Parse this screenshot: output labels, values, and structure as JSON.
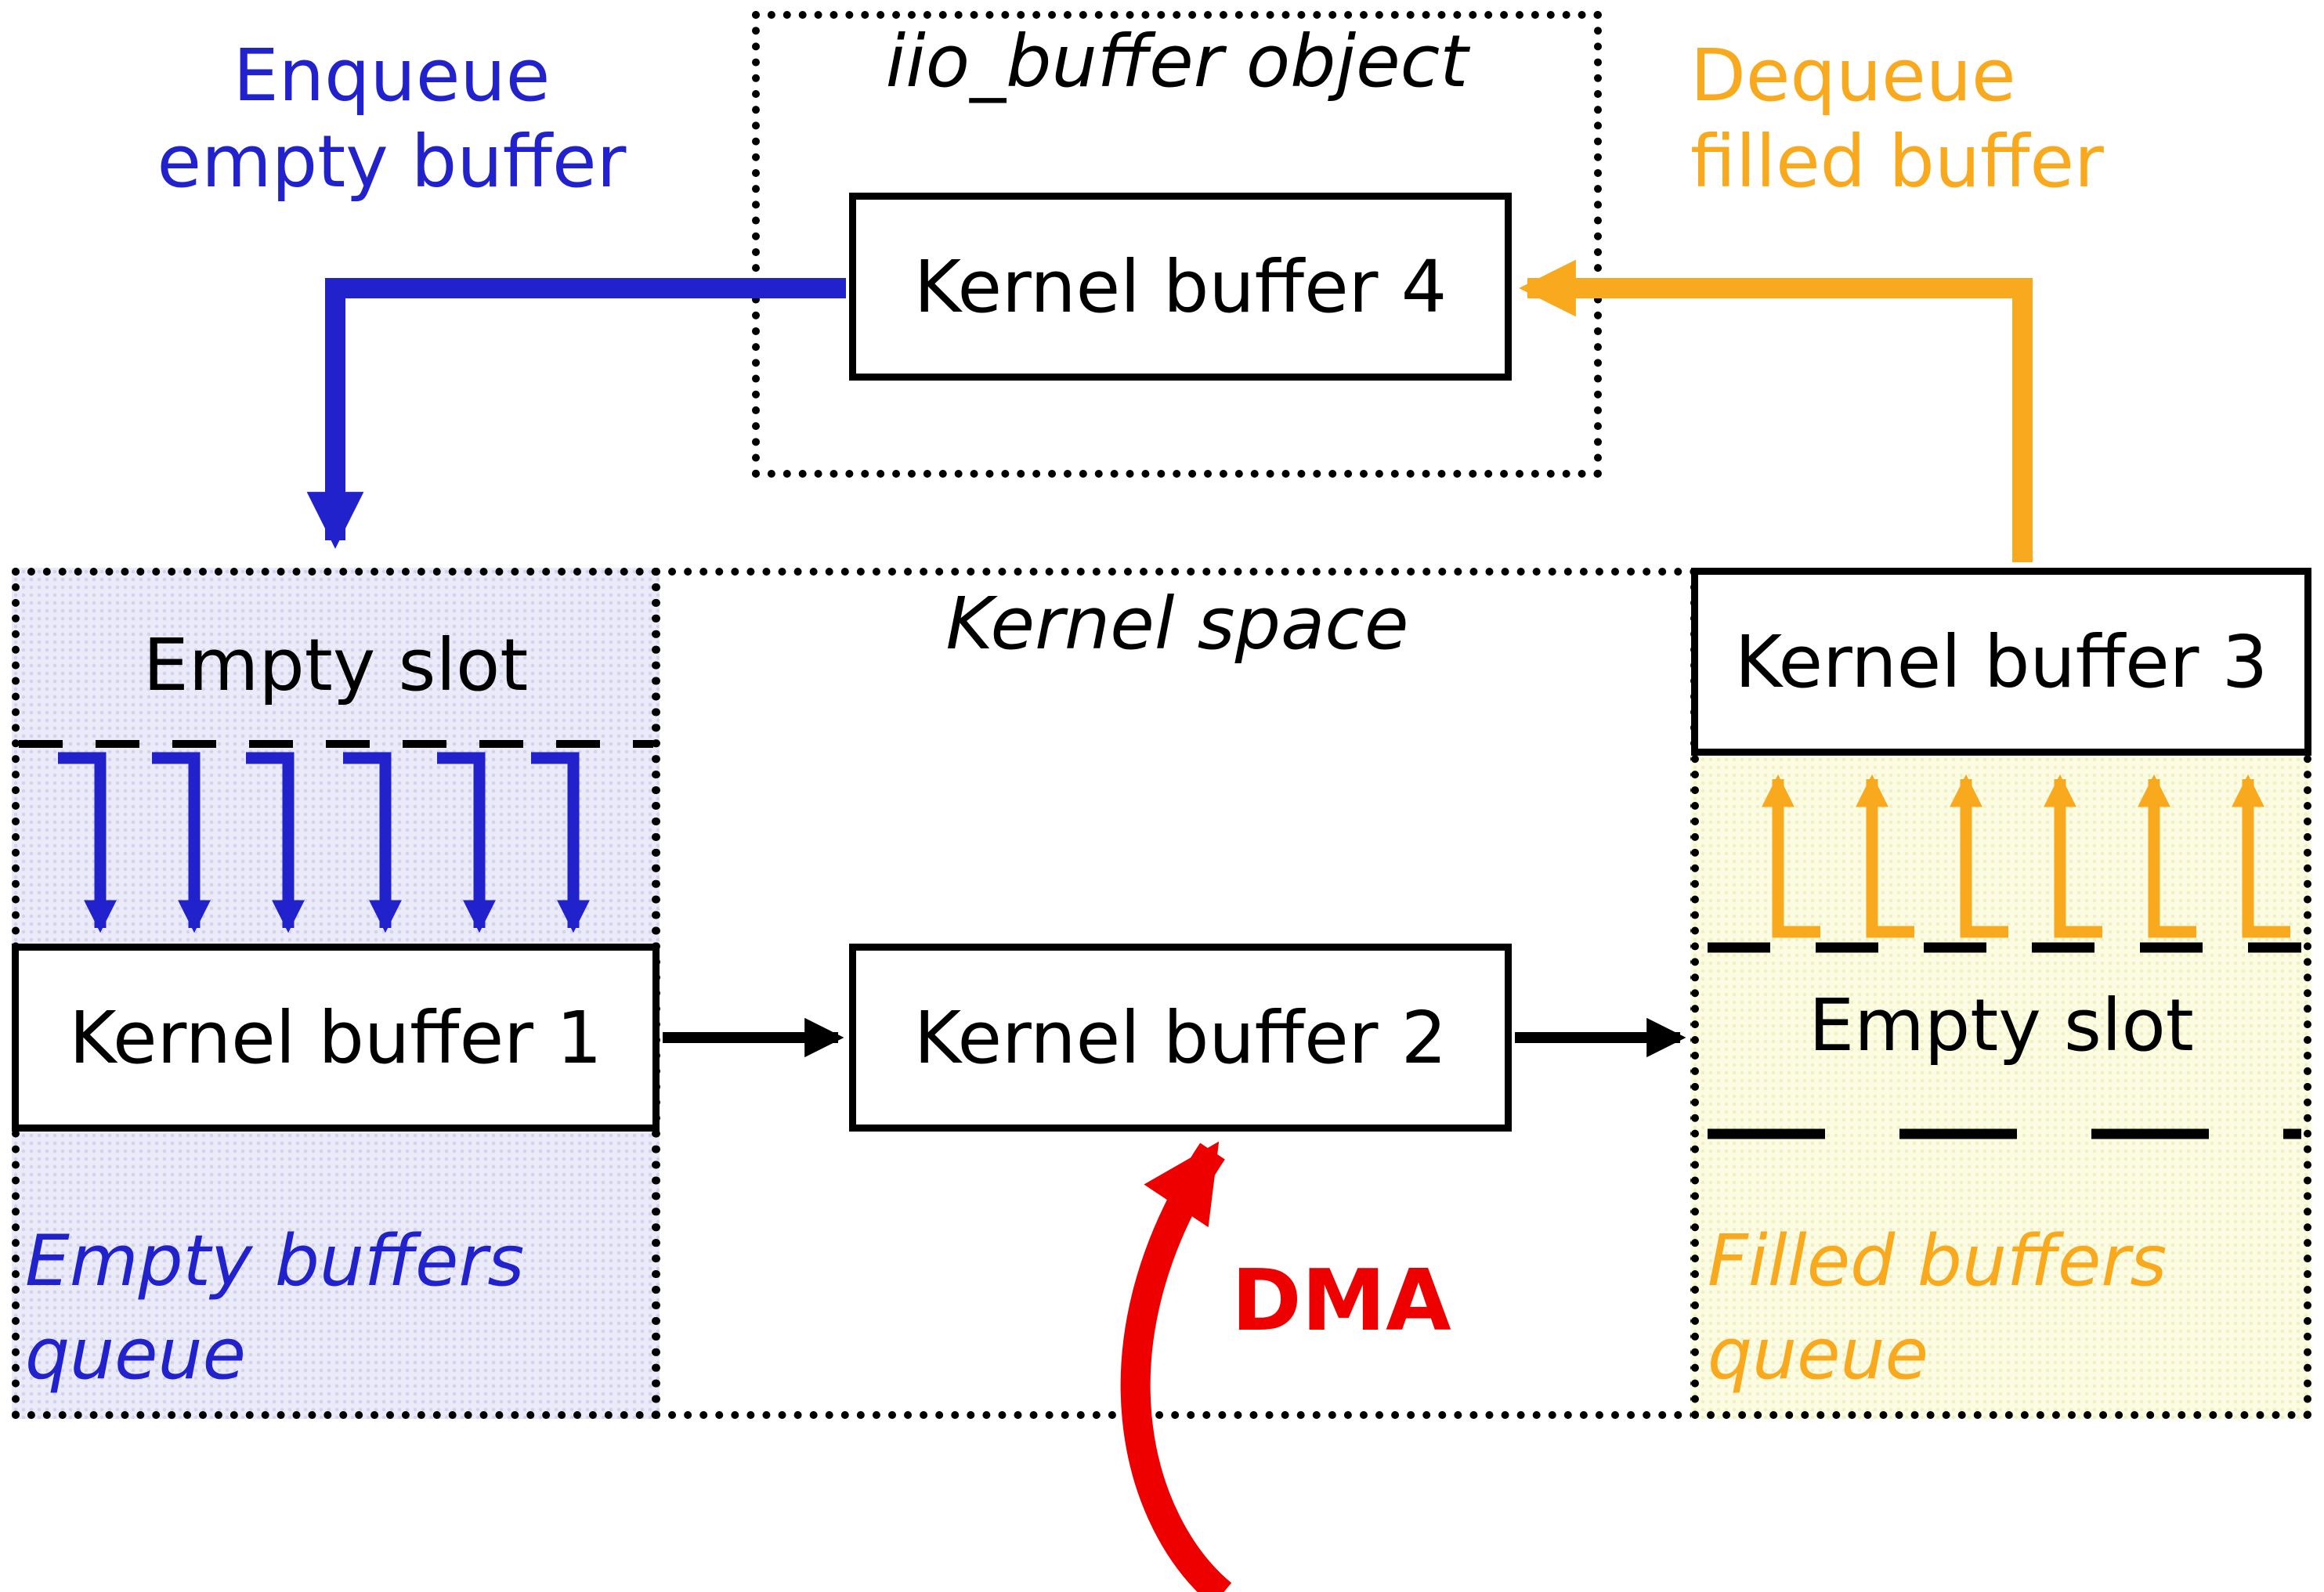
{
  "colors": {
    "blue": "#2222cc",
    "orange": "#f9a91e",
    "red": "#ee0000",
    "left-bg": "#eaeaf8",
    "right-bg": "#fcfce3"
  },
  "annotations": {
    "enqueue": {
      "line1": "Enqueue",
      "line2": "empty buffer"
    },
    "dequeue": {
      "line1": "Dequeue",
      "line2": "filled buffer"
    },
    "dma": "DMA"
  },
  "iio_buffer_object": {
    "title": "iio_buffer object",
    "kernel_buffer_4": "Kernel buffer 4"
  },
  "kernel_space": {
    "title": "Kernel space",
    "kernel_buffer_2": "Kernel buffer 2"
  },
  "empty_buffers_queue": {
    "empty_slot": "Empty slot",
    "kernel_buffer_1": "Kernel buffer 1",
    "caption_line1": "Empty buffers",
    "caption_line2": "queue"
  },
  "filled_buffers_queue": {
    "kernel_buffer_3": "Kernel buffer 3",
    "empty_slot": "Empty slot",
    "caption_line1": "Filled buffers",
    "caption_line2": "queue"
  }
}
